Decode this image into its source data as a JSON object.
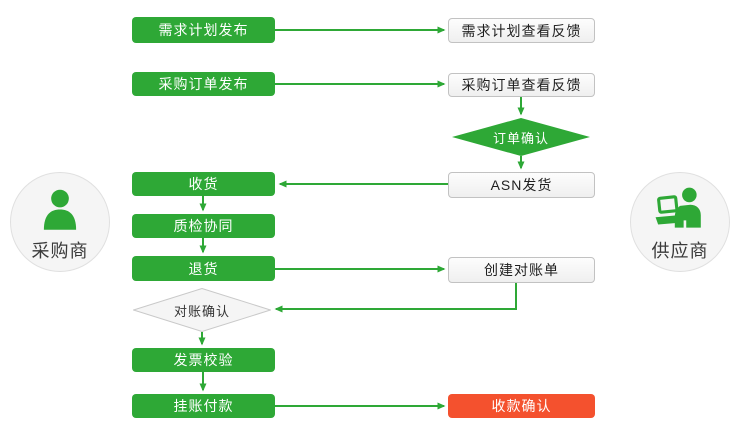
{
  "page": {
    "background": "#ffffff",
    "type": "procurement-collaboration-flowchart"
  },
  "colors": {
    "green": "#2EA836",
    "red": "#F4512E",
    "white_box_border": "#C2C2C2",
    "white_box_bg": "#F5F5F5",
    "actor_circle_bg": "#F5F5F5",
    "connector": "#2EA836"
  },
  "actors": {
    "buyer": {
      "label": "采购商",
      "icon": "person-icon"
    },
    "supplier": {
      "label": "供应商",
      "icon": "person-laptop-icon"
    }
  },
  "nodes": {
    "demand_plan_publish": "需求计划发布",
    "demand_plan_feedback": "需求计划查看反馈",
    "po_publish": "采购订单发布",
    "po_feedback": "采购订单查看反馈",
    "order_confirm": "订单确认",
    "asn_ship": "ASN发货",
    "receive_goods": "收货",
    "quality_collab": "质检协同",
    "return_goods": "退货",
    "create_statement": "创建对账单",
    "statement_confirm": "对账确认",
    "invoice_verify": "发票校验",
    "book_payment": "挂账付款",
    "payment_confirm": "收款确认"
  },
  "edges": [
    {
      "from": "demand_plan_publish",
      "to": "demand_plan_feedback"
    },
    {
      "from": "po_publish",
      "to": "po_feedback"
    },
    {
      "from": "po_feedback",
      "to": "order_confirm"
    },
    {
      "from": "order_confirm",
      "to": "asn_ship"
    },
    {
      "from": "asn_ship",
      "to": "receive_goods"
    },
    {
      "from": "receive_goods",
      "to": "quality_collab"
    },
    {
      "from": "quality_collab",
      "to": "return_goods"
    },
    {
      "from": "return_goods",
      "to": "create_statement"
    },
    {
      "from": "create_statement",
      "to": "statement_confirm"
    },
    {
      "from": "statement_confirm",
      "to": "invoice_verify"
    },
    {
      "from": "invoice_verify",
      "to": "book_payment"
    },
    {
      "from": "book_payment",
      "to": "payment_confirm"
    }
  ]
}
